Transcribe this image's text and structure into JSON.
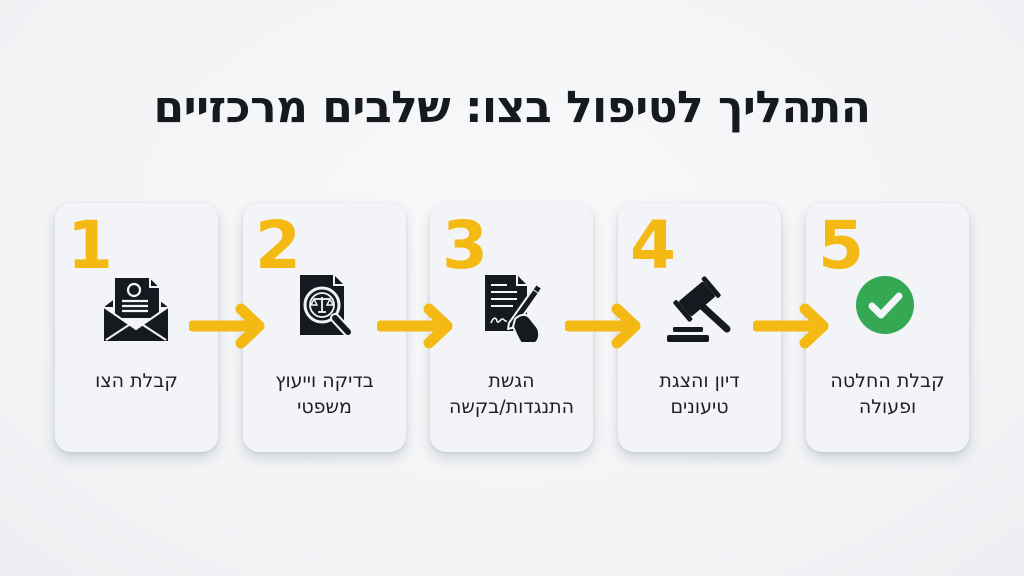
{
  "title": "התהליך לטיפול בצו: שלבים מרכזיים",
  "colors": {
    "accent": "#f5b914",
    "icon": "#161a20",
    "success": "#34a853",
    "card_bg": "#f3f4f7",
    "text": "#1c1f24"
  },
  "steps": [
    {
      "number": "1",
      "icon": "envelope-document-icon",
      "label_lines": [
        "קבלת הצו"
      ]
    },
    {
      "number": "2",
      "icon": "document-scales-magnifier-icon",
      "label_lines": [
        "בדיקה וייעוץ",
        "משפטי"
      ]
    },
    {
      "number": "3",
      "icon": "document-signing-hand-icon",
      "label_lines": [
        "הגשת",
        "התנגדות/בקשה"
      ]
    },
    {
      "number": "4",
      "icon": "gavel-icon",
      "label_lines": [
        "דיון והצגת",
        "טיעונים"
      ]
    },
    {
      "number": "5",
      "icon": "check-circle-icon",
      "label_lines": [
        "קבלת החלטה",
        "ופעולה"
      ]
    }
  ],
  "connectors": [
    {
      "from": "1",
      "to": "2",
      "icon": "arrow-right-icon"
    },
    {
      "from": "2",
      "to": "3",
      "icon": "arrow-right-icon"
    },
    {
      "from": "3",
      "to": "4",
      "icon": "arrow-right-icon"
    },
    {
      "from": "4",
      "to": "5",
      "icon": "arrow-right-icon"
    }
  ]
}
